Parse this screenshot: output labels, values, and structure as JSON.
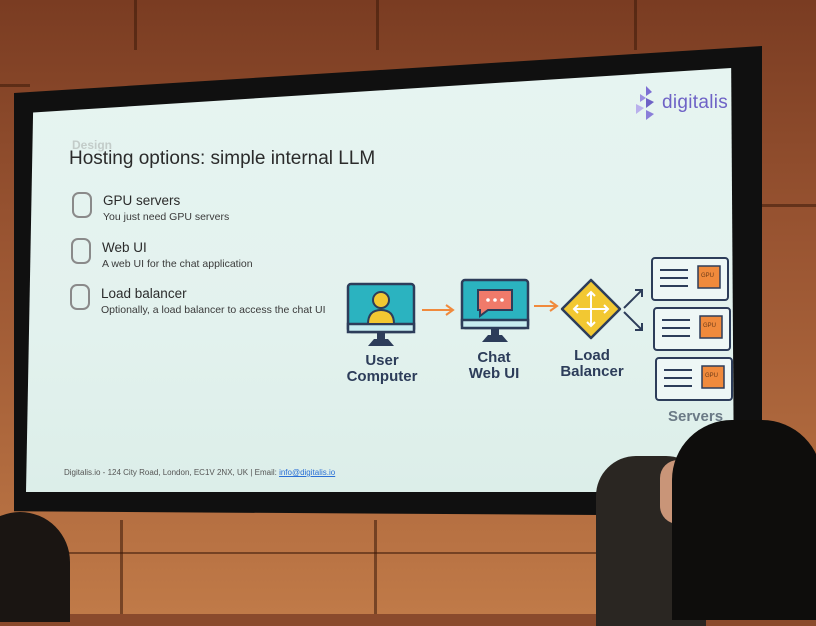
{
  "logo": {
    "text": "digitalis"
  },
  "slide": {
    "section": "Design",
    "title": "Hosting options: simple internal LLM",
    "options": [
      {
        "title": "GPU servers",
        "desc": "You just need GPU servers"
      },
      {
        "title": "Web UI",
        "desc": "A web UI for the chat application"
      },
      {
        "title": "Load balancer",
        "desc": "Optionally, a load balancer to access the chat UI"
      }
    ],
    "diagram": {
      "user": [
        "User",
        "Computer"
      ],
      "chat": [
        "Chat",
        "Web UI"
      ],
      "lb": [
        "Load",
        "Balancer"
      ],
      "gpu_chip": "GPU",
      "servers": "Servers"
    },
    "footer": {
      "text": "Digitalis.io - 124 City Road, London, EC1V 2NX, UK | Email: ",
      "email": "info@digitalis.io"
    }
  },
  "colors": {
    "accent": "#6e62c6",
    "monitor": "#2bb3c0",
    "chip": "#f08a3c",
    "diamond": "#f2c832",
    "arrow": "#f08a3c"
  }
}
